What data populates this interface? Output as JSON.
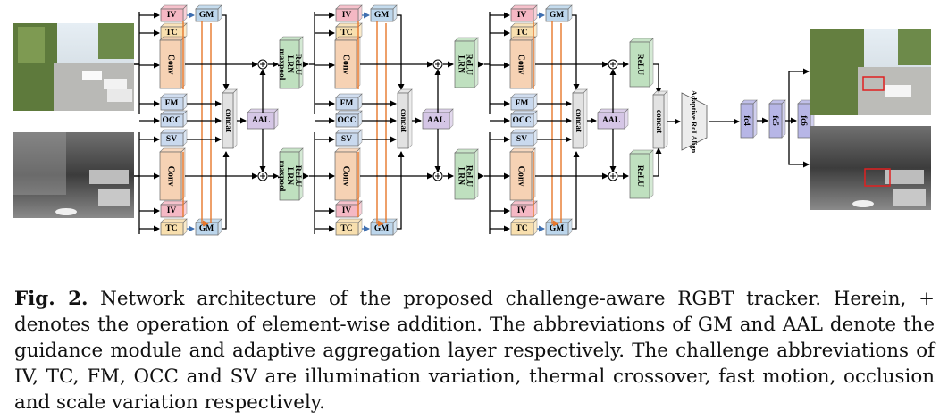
{
  "diagram": {
    "modules": {
      "iv": "IV",
      "tc": "TC",
      "gm": "GM",
      "fm": "FM",
      "occ": "OCC",
      "sv": "SV",
      "conv": "Conv",
      "concat": "concat",
      "aal": "AAL"
    },
    "stage1_ops": [
      "maxpool",
      "LRN",
      "ReLU"
    ],
    "stage2_ops": [
      "LRN",
      "ReLU"
    ],
    "stage3_ops": [
      "ReLU"
    ],
    "head": {
      "roi_align": "Adaptive RoI Align",
      "fc4": "fc4",
      "fc5": "fc5",
      "fc6": "fc6"
    }
  },
  "colors": {
    "iv": "#f5b8c4",
    "tc": "#f8dfae",
    "gm": "#bcd6ec",
    "conv": "#f6d2b4",
    "challenge": "#c9d9ee",
    "aal": "#d5c6e6",
    "concat": "#e2e2e2",
    "relu": "#bfe0bf",
    "fc": "#b7b6e6",
    "orange": "#e7772b",
    "box": "#e02020"
  },
  "caption": {
    "label": "Fig. 2.",
    "text": "Network architecture of the proposed challenge-aware RGBT tracker. Herein, + denotes the operation of element-wise addition. The abbreviations of GM and AAL denote the guidance module and adaptive aggregation layer respectively. The challenge abbreviations of IV, TC, FM, OCC and SV are illumination variation, thermal crossover, fast motion, occlusion and scale variation respectively."
  }
}
